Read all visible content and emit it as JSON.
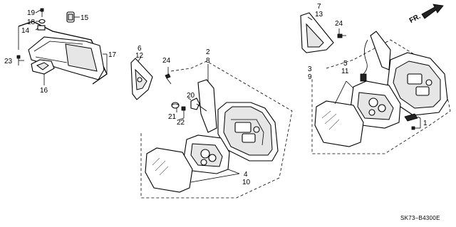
{
  "callouts": {
    "c19": "19",
    "c18": "18",
    "c14": "14",
    "c15": "15",
    "c23": "23",
    "c16": "16",
    "c17": "17",
    "c6": "6",
    "c12": "12",
    "c24a": "24",
    "c2": "2",
    "c8": "8",
    "c20": "20",
    "c21": "21",
    "c22": "22",
    "c4": "4",
    "c10": "10",
    "c7": "7",
    "c13": "13",
    "c24b": "24",
    "c3": "3",
    "c9": "9",
    "c5": "5",
    "c11": "11",
    "c1": "1"
  },
  "direction_label": "FR.",
  "diagram_code": "SK73–B4300E"
}
